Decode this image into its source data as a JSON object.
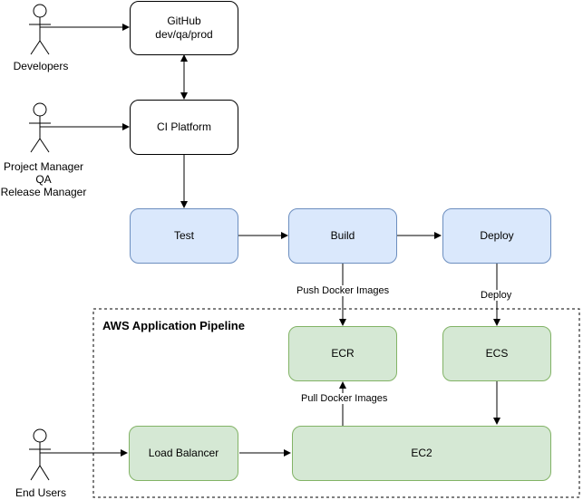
{
  "actors": {
    "developers": "Developers",
    "managers": "Project Manager\nQA\nRelease Manager",
    "end_users": "End Users"
  },
  "nodes": {
    "github": "GitHub\ndev/qa/prod",
    "ci_platform": "CI Platform",
    "test": "Test",
    "build": "Build",
    "deploy": "Deploy",
    "ecr": "ECR",
    "ecs": "ECS",
    "load_balancer": "Load Balancer",
    "ec2": "EC2"
  },
  "group": {
    "title": "AWS Application Pipeline"
  },
  "edge_labels": {
    "push_docker_images": "Push Docker Images",
    "deploy": "Deploy",
    "pull_docker_images": "Pull Docker Images"
  },
  "colors": {
    "white_fill": "#ffffff",
    "blue_fill": "#dae8fc",
    "blue_stroke": "#6c8ebf",
    "green_fill": "#d5e8d4",
    "green_stroke": "#82b366"
  }
}
